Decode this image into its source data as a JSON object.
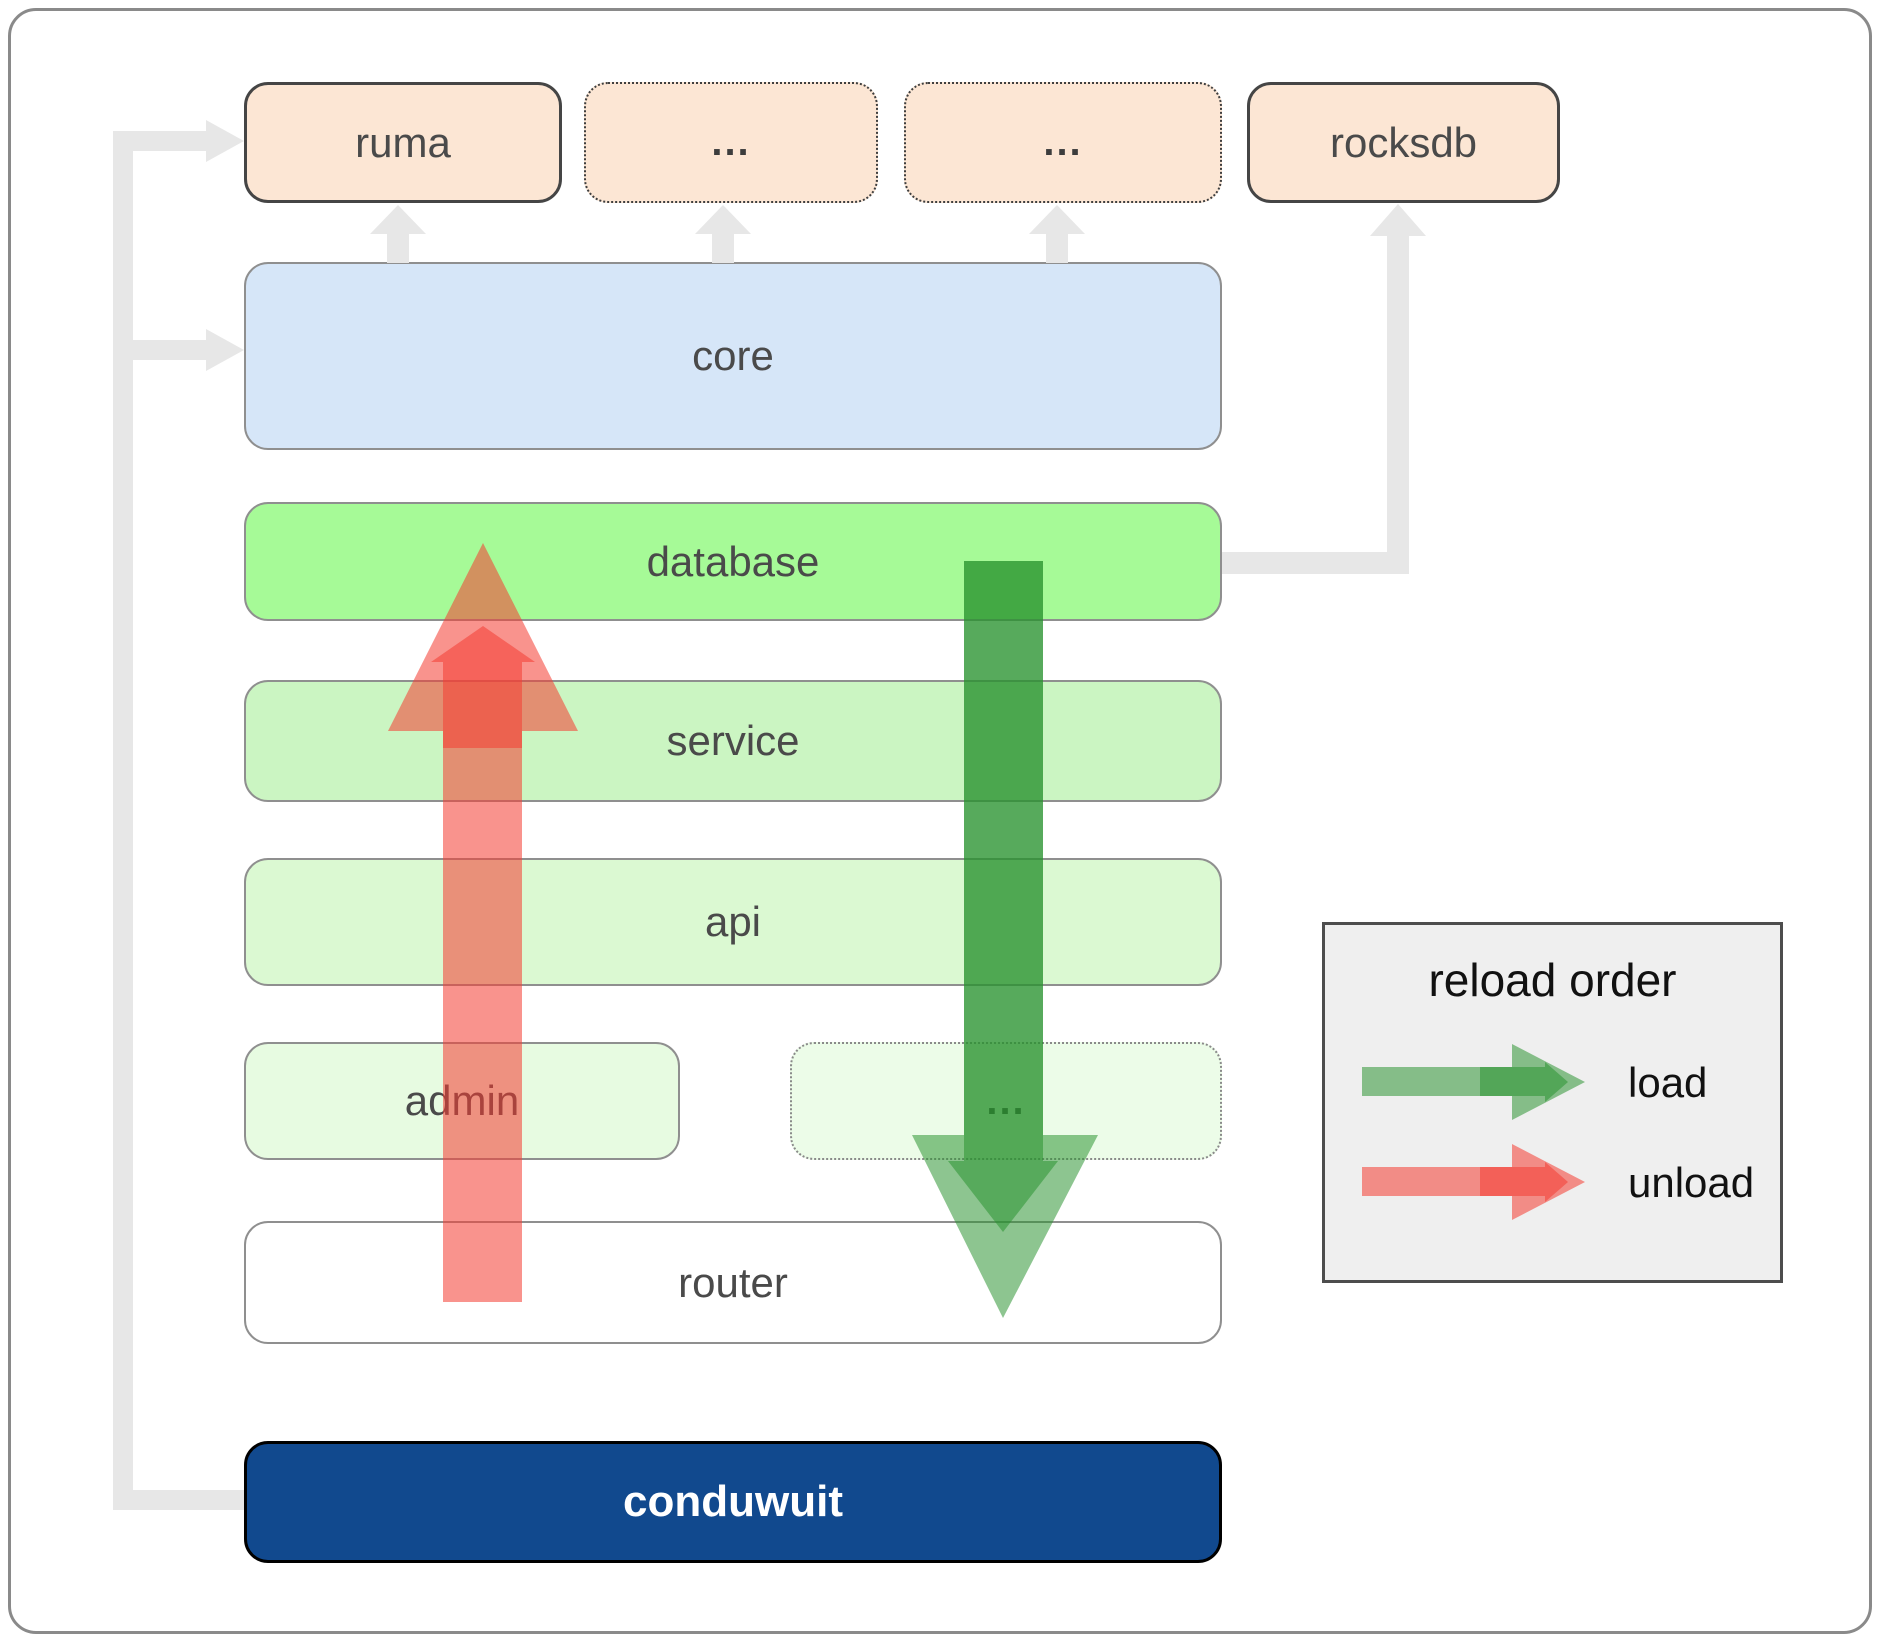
{
  "boxes": {
    "ruma": {
      "label": "ruma"
    },
    "dots_top_1": {
      "label": "..."
    },
    "dots_top_2": {
      "label": "..."
    },
    "rocksdb": {
      "label": "rocksdb"
    },
    "core": {
      "label": "core"
    },
    "database": {
      "label": "database"
    },
    "service": {
      "label": "service"
    },
    "api": {
      "label": "api"
    },
    "admin": {
      "label": "admin"
    },
    "dots_admin": {
      "label": "..."
    },
    "router": {
      "label": "router"
    },
    "conduwuit": {
      "label": "conduwuit"
    }
  },
  "legend": {
    "title": "reload order",
    "load_label": "load",
    "unload_label": "unload"
  },
  "colors": {
    "load_arrow": "#28912d",
    "unload_arrow": "#f43e34",
    "connector_gray": "#e7e7e7",
    "dependency_fill": "#fce6d4",
    "core_fill": "#d6e6f8",
    "database_fill": "#a6fa97",
    "service_fill": "#cbf5c2",
    "api_fill": "#dbf9d2",
    "admin_fill": "#e7fbe1",
    "router_fill": "#ffffff",
    "conduwuit_fill": "#11498e",
    "legend_bg": "#efefef"
  }
}
